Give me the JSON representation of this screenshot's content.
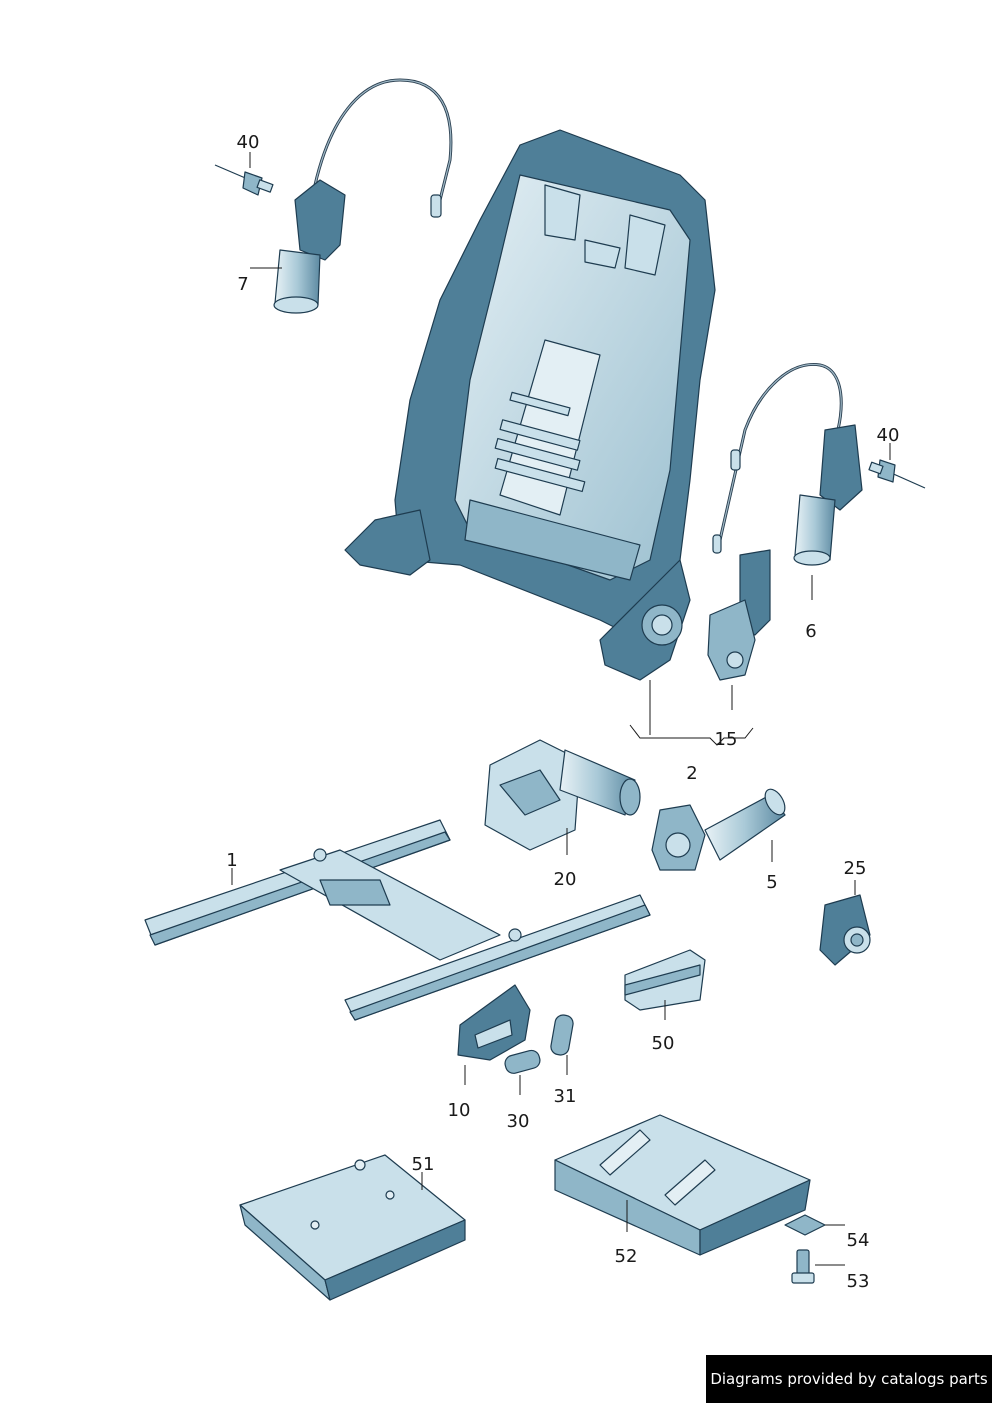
{
  "callouts": {
    "p1": "1",
    "p2": "2",
    "p5": "5",
    "p6": "6",
    "p7": "7",
    "p10": "10",
    "p15": "15",
    "p20": "20",
    "p25": "25",
    "p30": "30",
    "p31": "31",
    "p40a": "40",
    "p40b": "40",
    "p50": "50",
    "p51": "51",
    "p52": "52",
    "p53": "53",
    "p54": "54"
  },
  "credit": "Diagrams provided by catalogs parts",
  "colors": {
    "outline": "#1e3c50",
    "dark_fill": "#4f7f98",
    "mid_fill": "#8fb6c8",
    "light_fill": "#c9e0ea",
    "pale_fill": "#e3eff4",
    "credit_bg": "#000000"
  }
}
